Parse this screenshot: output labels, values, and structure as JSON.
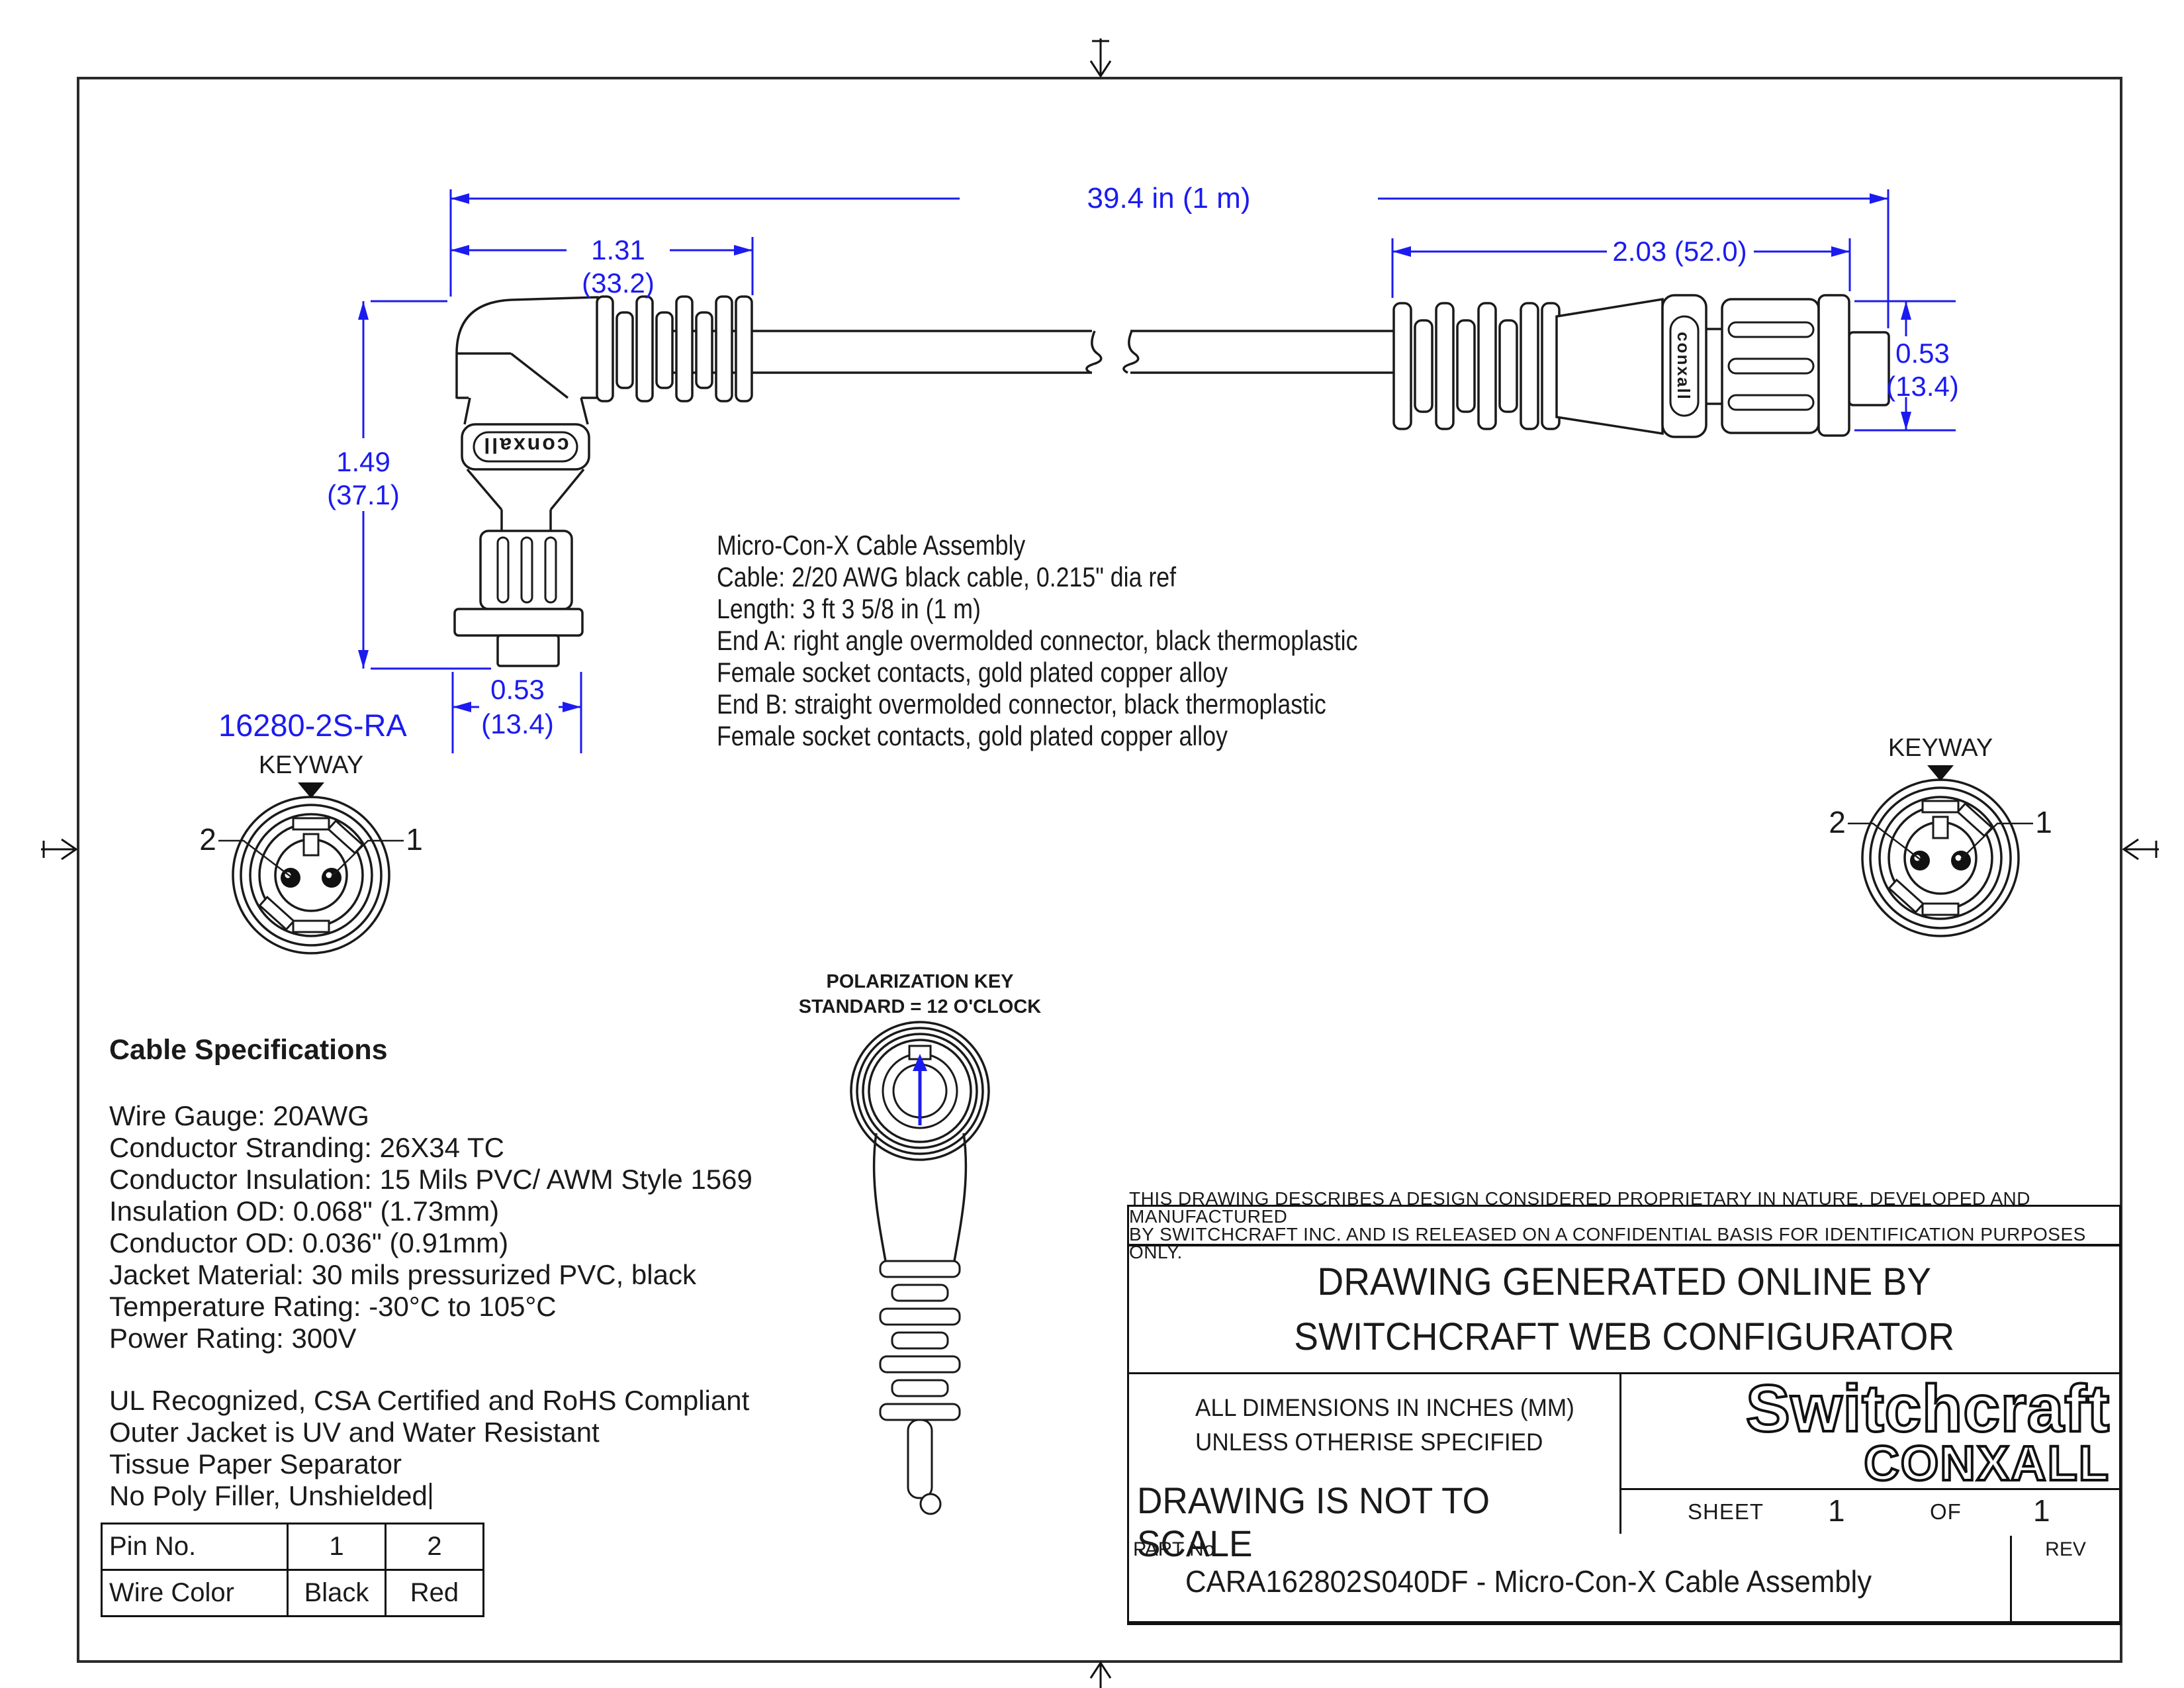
{
  "page": {
    "background": "#ffffff",
    "accent_blue": "#1b1bf0",
    "line_color": "#1a1a1a"
  },
  "dims": {
    "overall": "39.4 in (1 m)",
    "end_a_length": "1.31",
    "end_a_length_mm": "(33.2)",
    "end_b_length": "2.03 (52.0)",
    "end_a_height": "1.49",
    "end_a_height_mm": "(37.1)",
    "end_a_dia": "0.53",
    "end_a_dia_mm": "(13.4)",
    "end_b_dia": "0.53",
    "end_b_dia_mm": "(13.4)"
  },
  "part_label": "16280-2S-RA",
  "branding": {
    "connector_text": "conxall"
  },
  "keyway": {
    "title": "KEYWAY",
    "pin1": "1",
    "pin2": "2"
  },
  "polarization": {
    "line1": "POLARIZATION KEY",
    "line2": "STANDARD = 12 O'CLOCK"
  },
  "description": {
    "lines": [
      "Micro-Con-X Cable Assembly",
      "Cable: 2/20 AWG black cable, 0.215\" dia ref",
      "Length: 3 ft 3 5/8 in (1 m)",
      "End A: right angle overmolded connector, black thermoplastic",
      "Female socket contacts, gold plated copper alloy",
      "End B: straight overmolded connector, black thermoplastic",
      "Female socket contacts, gold plated copper alloy"
    ]
  },
  "cable_specs": {
    "title": "Cable Specifications",
    "lines": [
      "Wire Gauge: 20AWG",
      "Conductor Stranding: 26X34 TC",
      "Conductor Insulation: 15 Mils PVC/ AWM Style 1569",
      "Insulation OD: 0.068\" (1.73mm)",
      "Conductor OD: 0.036\" (0.91mm)",
      "Jacket Material: 30 mils pressurized PVC, black",
      "Temperature Rating: -30°C to 105°C",
      "Power Rating: 300V"
    ],
    "notes": [
      "UL Recognized, CSA Certified and RoHS Compliant",
      "Outer Jacket is UV and Water Resistant",
      "Tissue Paper Separator",
      "No Poly Filler, Unshielded"
    ]
  },
  "pin_table": {
    "headers": [
      "Pin No.",
      "1",
      "2"
    ],
    "row": [
      "Wire Color",
      "Black",
      "Red"
    ]
  },
  "title_block": {
    "proprietary_line1": "THIS DRAWING DESCRIBES A DESIGN CONSIDERED PROPRIETARY IN NATURE, DEVELOPED AND MANUFACTURED",
    "proprietary_line2": "BY SWITCHCRAFT INC. AND IS RELEASED ON A CONFIDENTIAL BASIS FOR IDENTIFICATION PURPOSES ONLY.",
    "generated_line1": "DRAWING GENERATED ONLINE BY",
    "generated_line2": "SWITCHCRAFT WEB CONFIGURATOR",
    "units_line1": "ALL DIMENSIONS IN INCHES (MM)",
    "units_line2": "UNLESS OTHERISE SPECIFIED",
    "scale_note": "DRAWING IS NOT TO SCALE",
    "logo_line1": "Switchcraft",
    "logo_line2": "CONXALL",
    "sheet_label": "SHEET",
    "sheet_number": "1",
    "of_label": "OF",
    "sheet_total": "1",
    "part_no_label": "PART No.",
    "part_no_value": "CARA162802S040DF - Micro-Con-X Cable Assembly",
    "rev_label": "REV"
  }
}
